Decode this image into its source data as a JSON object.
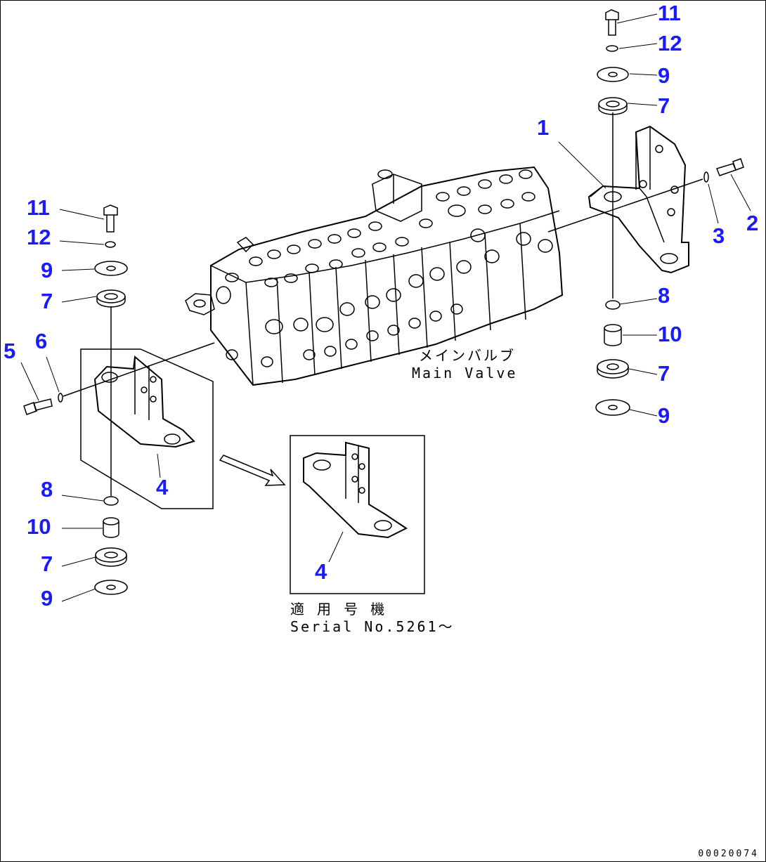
{
  "diagram": {
    "callouts": [
      {
        "id": "c11-right",
        "text": "11"
      },
      {
        "id": "c12-right",
        "text": "12"
      },
      {
        "id": "c9-right-top",
        "text": "9"
      },
      {
        "id": "c7-right-top",
        "text": "7"
      },
      {
        "id": "c1",
        "text": "1"
      },
      {
        "id": "c2",
        "text": "2"
      },
      {
        "id": "c3",
        "text": "3"
      },
      {
        "id": "c8-right",
        "text": "8"
      },
      {
        "id": "c10-right",
        "text": "10"
      },
      {
        "id": "c7-right-bottom",
        "text": "7"
      },
      {
        "id": "c9-right-bottom",
        "text": "9"
      },
      {
        "id": "c11-left",
        "text": "11"
      },
      {
        "id": "c12-left",
        "text": "12"
      },
      {
        "id": "c9-left-top",
        "text": "9"
      },
      {
        "id": "c7-left-top",
        "text": "7"
      },
      {
        "id": "c5",
        "text": "5"
      },
      {
        "id": "c6",
        "text": "6"
      },
      {
        "id": "c4-main",
        "text": "4"
      },
      {
        "id": "c8-left",
        "text": "8"
      },
      {
        "id": "c10-left",
        "text": "10"
      },
      {
        "id": "c7-left-bottom",
        "text": "7"
      },
      {
        "id": "c9-left-bottom",
        "text": "9"
      },
      {
        "id": "c4-inset",
        "text": "4"
      }
    ],
    "main_valve_label": {
      "jp": "メインバルブ",
      "en": "Main Valve"
    },
    "serial_note": {
      "jp": "適 用 号 機",
      "en": "Serial No.5261～"
    },
    "document_number": "00020074"
  },
  "colors": {
    "callout": "#1a1aff",
    "line": "#000000",
    "background": "#ffffff"
  }
}
